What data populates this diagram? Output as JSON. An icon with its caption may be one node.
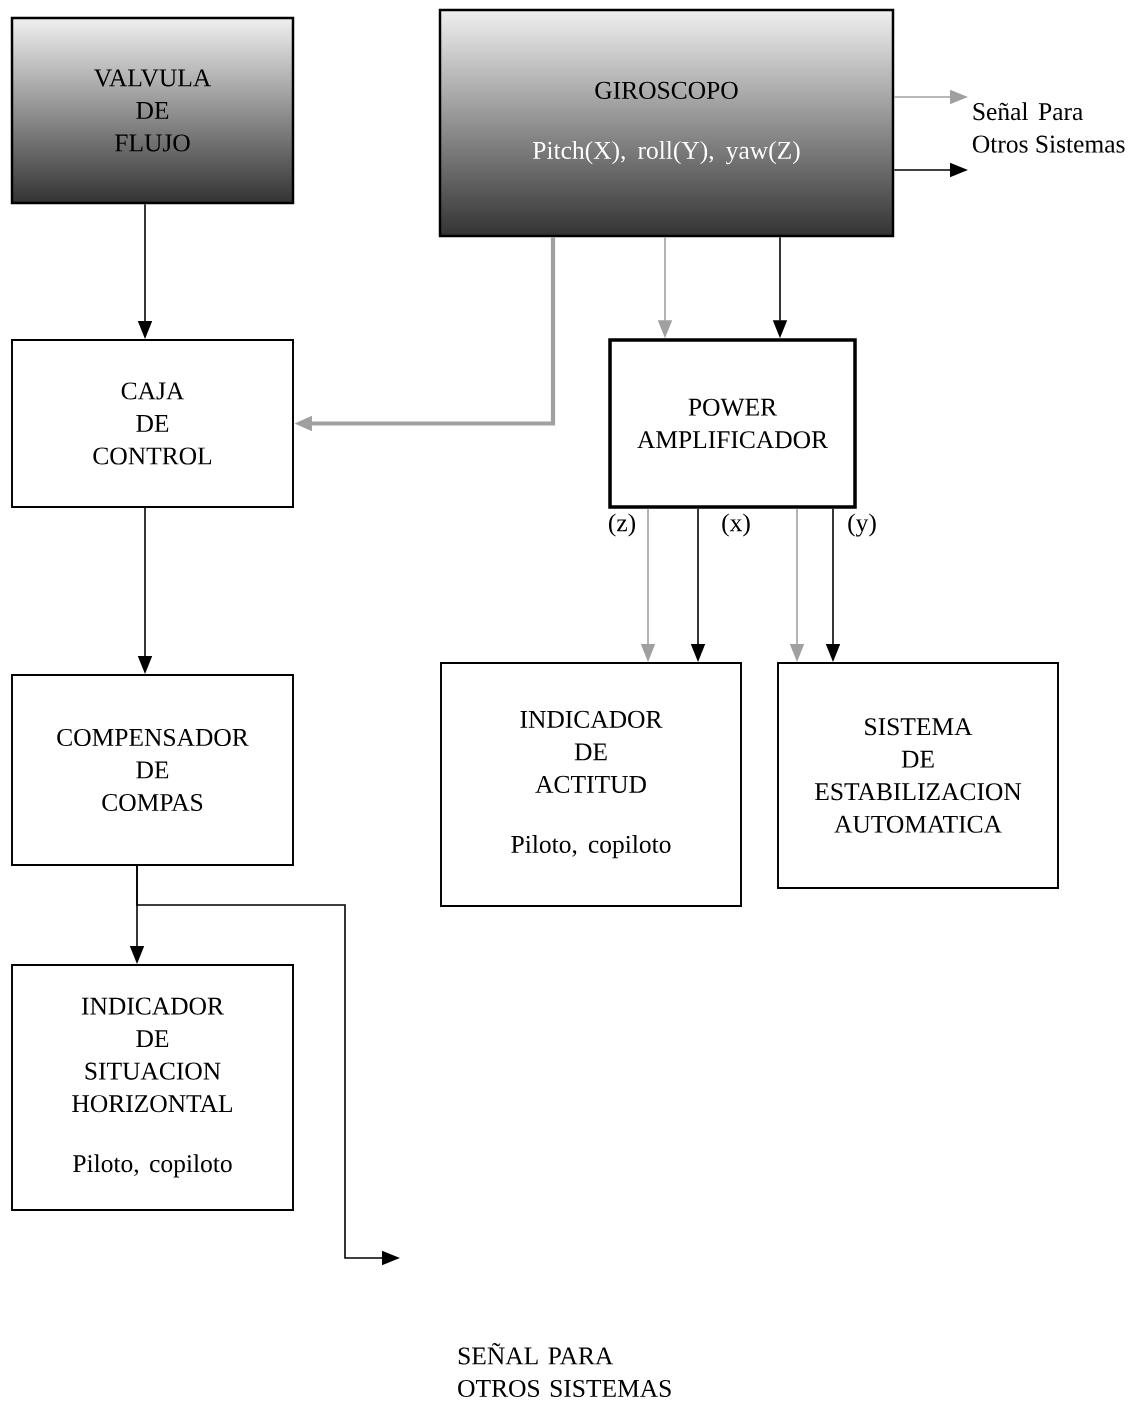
{
  "diagram": {
    "nodes": [
      {
        "text": [
          "VALVULA DE FLUJO"
        ]
      },
      {
        "text": [
          "GIROSCOPO",
          "Pitch(X), roll(Y), yaw(Z)"
        ]
      },
      {
        "text": [
          "CAJA DE CONTROL"
        ]
      },
      {
        "text": [
          "POWER AMPLIFICADOR"
        ]
      },
      {
        "text": [
          "COMPENSADOR DE COMPAS"
        ]
      },
      {
        "text": [
          "INDICADOR DE ACTITUD",
          "Piloto, copiloto"
        ]
      },
      {
        "text": [
          "SISTEMA DE ESTABILIZACION AUTOMATICA"
        ]
      },
      {
        "text": [
          "INDICADOR DE SITUACION HORIZONTAL",
          "Piloto, copiloto"
        ]
      },
      {
        "text": [
          "Señal Para Otros Sistemas"
        ]
      }
    ],
    "edges": [
      {
        "from": 0,
        "to": 2,
        "arrow": "to"
      },
      {
        "from": 1,
        "to": 2,
        "arrow": "to",
        "style": "thick",
        "color": "#a0a0a0"
      },
      {
        "from": 1,
        "to": 3,
        "arrow": "to",
        "color": "#a0a0a0"
      },
      {
        "from": 1,
        "to": 3,
        "arrow": "to"
      },
      {
        "from": 3,
        "to": 5,
        "arrow": "to",
        "color": "#a0a0a0"
      },
      {
        "from": 3,
        "to": 5,
        "arrow": "to"
      },
      {
        "from": 3,
        "to": 6,
        "arrow": "to",
        "color": "#a0a0a0"
      },
      {
        "from": 3,
        "to": 6,
        "arrow": "to"
      },
      {
        "from": 2,
        "to": 4,
        "arrow": "to"
      },
      {
        "from": 4,
        "to": 7,
        "arrow": "to"
      },
      {
        "from": 4,
        "to": null,
        "arrow": "to"
      },
      {
        "from": 1,
        "to": 8,
        "arrow": "to",
        "color": "#a0a0a0"
      },
      {
        "from": 1,
        "to": 8,
        "arrow": "to"
      }
    ],
    "labels": [
      "(z)",
      "(x)",
      "(y)",
      "SEÑAL PARA OTROS SISTEMAS"
    ]
  }
}
